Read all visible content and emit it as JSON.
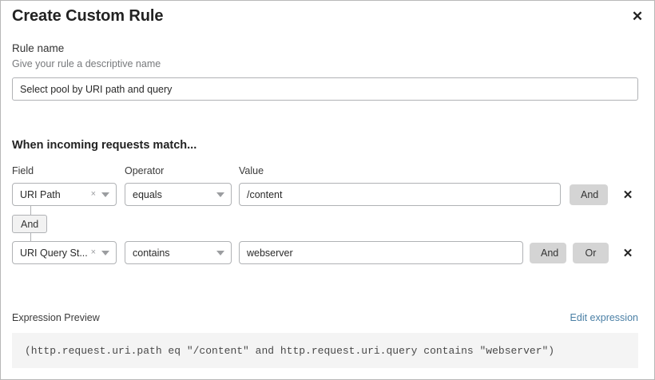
{
  "dialog": {
    "title": "Create Custom Rule",
    "close_icon": "close-icon",
    "close_glyph": "✕"
  },
  "rule_name": {
    "label": "Rule name",
    "description": "Give your rule a descriptive name",
    "value": "Select pool by URI path and query",
    "placeholder": "Give your rule a descriptive name"
  },
  "match_section": {
    "heading": "When incoming requests match...",
    "columns": {
      "field": "Field",
      "operator": "Operator",
      "value": "Value"
    },
    "connector": {
      "label": "And"
    },
    "rows": [
      {
        "field": "URI Path",
        "field_clear_glyph": "×",
        "operator": "equals",
        "value": "/content",
        "value_placeholder": "",
        "logic_buttons": [
          "And"
        ],
        "delete_glyph": "✕"
      },
      {
        "field": "URI Query St...",
        "field_clear_glyph": "×",
        "operator": "contains",
        "value": "webserver",
        "value_placeholder": "",
        "logic_buttons": [
          "And",
          "Or"
        ],
        "delete_glyph": "✕"
      }
    ]
  },
  "expression_preview": {
    "title": "Expression Preview",
    "edit_link": "Edit expression",
    "code": "(http.request.uri.path eq \"/content\" and http.request.uri.query contains \"webserver\")"
  },
  "colors": {
    "link": "#4a7fa5",
    "button_gray": "#d4d4d4",
    "preview_bg": "#f4f4f4",
    "border": "#b0b2b5",
    "text": "#222222",
    "muted_text": "#77797c"
  }
}
